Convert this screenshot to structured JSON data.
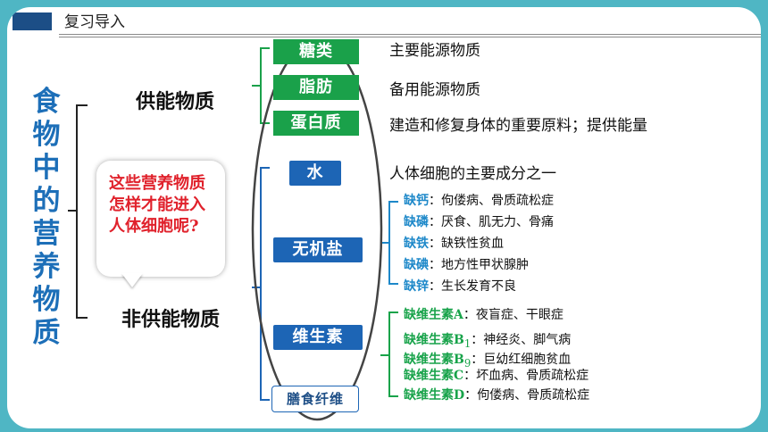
{
  "header": {
    "title": "复习导入"
  },
  "main_title_chars": [
    "食",
    "物",
    "中",
    "的",
    "营",
    "养",
    "物",
    "质"
  ],
  "categories": {
    "energy": "供能物质",
    "non_energy": "非供能物质"
  },
  "question_bubble": "这些营养物质怎样才能进入人体细胞呢?",
  "nutrients": {
    "sugar": {
      "label": "糖类",
      "desc": "主要能源物质"
    },
    "fat": {
      "label": "脂肪",
      "desc": "备用能源物质"
    },
    "protein": {
      "label": "蛋白质",
      "desc": "建造和修复身体的重要原料；提供能量"
    },
    "water": {
      "label": "水",
      "desc": "人体细胞的主要成分之一"
    },
    "minerals": {
      "label": "无机盐"
    },
    "vitamins": {
      "label": "维生素"
    },
    "fiber": {
      "label": "膳食纤维"
    }
  },
  "mineral_deficiencies": [
    {
      "key": "缺钙",
      "effect": "：佝偻病、骨质疏松症"
    },
    {
      "key": "缺磷",
      "effect": "：厌食、肌无力、骨痛"
    },
    {
      "key": "缺铁",
      "effect": "：缺铁性贫血"
    },
    {
      "key": "缺碘",
      "effect": "：地方性甲状腺肿"
    },
    {
      "key": "缺锌",
      "effect": "：生长发育不良"
    }
  ],
  "vitamin_deficiencies": [
    {
      "key": "缺维生素A",
      "sub": "",
      "effect": "：夜盲症、干眼症"
    },
    {
      "key": "缺维生素B",
      "sub": "1",
      "effect": "：神经炎、脚气病"
    },
    {
      "key": "缺维生素B",
      "sub": "9",
      "effect": "：巨幼红细胞贫血"
    },
    {
      "key": "缺维生素C",
      "sub": "",
      "effect": "：坏血病、骨质疏松症"
    },
    {
      "key": "缺维生素D",
      "sub": "",
      "effect": "：佝偻病、骨质疏松症"
    }
  ],
  "colors": {
    "frame": "#4fb6c4",
    "green": "#1aa14a",
    "blue": "#1d65b5",
    "title": "#1d6fb8",
    "question": "#e0212b"
  }
}
